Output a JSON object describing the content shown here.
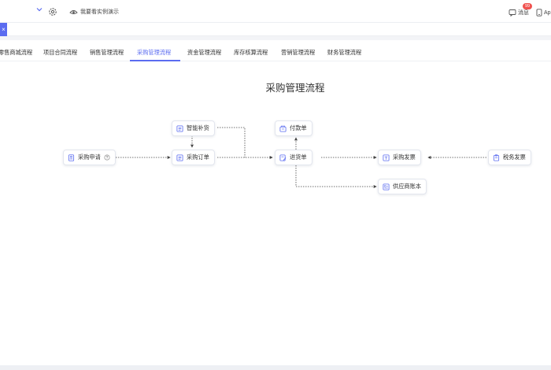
{
  "topbar": {
    "demo_label": "我要看实例演示",
    "message_label": "消息",
    "message_count": "99",
    "app_label": "Ap"
  },
  "tabs": [
    {
      "label": "零售商城流程",
      "active": false
    },
    {
      "label": "项目合同流程",
      "active": false
    },
    {
      "label": "销售管理流程",
      "active": false
    },
    {
      "label": "采购管理流程",
      "active": true
    },
    {
      "label": "资金管理流程",
      "active": false
    },
    {
      "label": "库存核算流程",
      "active": false
    },
    {
      "label": "营销管理流程",
      "active": false
    },
    {
      "label": "财务管理流程",
      "active": false
    }
  ],
  "flow": {
    "title": "采购管理流程",
    "nodes": {
      "purchase_request": "采购申请",
      "smart_replenish": "智能补货",
      "purchase_order": "采购订单",
      "payment_order": "付款单",
      "receipt_order": "进货单",
      "purchase_invoice": "采购发票",
      "tax_invoice": "税务发票",
      "supplier_ledger": "供应商账本"
    },
    "accent_color": "#5b6cf0"
  }
}
